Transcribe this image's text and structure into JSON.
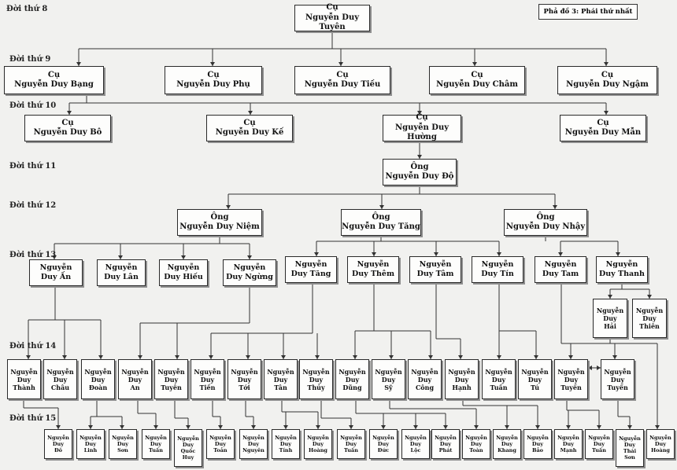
{
  "legend": "Phả đồ 3: Phái thứ nhất",
  "generations": [
    "Đời thứ 8",
    "Đời thứ 9",
    "Đời thứ 10",
    "Đời thứ 11",
    "Đời thứ 12",
    "Đời thứ 13",
    "Đời thứ 14",
    "Đời thứ 15"
  ],
  "nodes": {
    "tuyen8": "Cụ\nNguyễn Duy Tuyên",
    "bang": "Cụ\nNguyễn Duy Bạng",
    "phu": "Cụ\nNguyễn Duy Phụ",
    "tieu": "Cụ\nNguyễn Duy Tiều",
    "cham": "Cụ\nNguyễn Duy Châm",
    "ngam": "Cụ\nNguyễn Duy Ngậm",
    "bo": "Cụ\nNguyễn Duy Bô",
    "ke": "Cụ\nNguyễn Duy Kế",
    "huong": "Cụ\nNguyễn Duy Hường",
    "man": "Cụ\nNguyễn Duy Mẫn",
    "do": "Ông\nNguyễn Duy Độ",
    "niem": "Ông\nNguyễn Duy Niệm",
    "tang12": "Ông\nNguyễn Duy Tăng",
    "nhay": "Ông\nNguyễn Duy Nhậy",
    "an13": "Nguyễn\nDuy Ấn",
    "lan": "Nguyễn\nDuy Lân",
    "hieu": "Nguyễn\nDuy Hiếu",
    "ngung": "Nguyễn\nDuy Ngừng",
    "tang13": "Nguyễn\nDuy Tăng",
    "them": "Nguyễn\nDuy Thêm",
    "tam": "Nguyễn\nDuy Tâm",
    "tin": "Nguyễn\nDuy Tín",
    "tam2": "Nguyễn\nDuy Tam",
    "thanh13": "Nguyễn\nDuy Thanh",
    "hai": "Nguyễn\nDuy\nHải",
    "thien": "Nguyễn\nDuy\nThiên",
    "thanh14": "Nguyễn\nDuy\nThành",
    "chau": "Nguyễn\nDuy\nChâu",
    "doan": "Nguyễn\nDuy\nĐoàn",
    "an14": "Nguyễn\nDuy\nAn",
    "tuyen14a": "Nguyễn\nDuy\nTuyên",
    "tien": "Nguyễn\nDuy\nTiến",
    "toi": "Nguyễn\nDuy\nTới",
    "tan": "Nguyễn\nDuy\nTân",
    "thuy": "Nguyễn\nDuy\nThủy",
    "dung": "Nguyễn\nDuy\nDũng",
    "sy": "Nguyễn\nDuy\nSỹ",
    "cong": "Nguyễn\nDuy\nCông",
    "hanh": "Nguyễn\nDuy\nHạnh",
    "tuan14": "Nguyễn\nDuy\nTuấn",
    "tu": "Nguyễn\nDuy\nTú",
    "tuyen14b": "Nguyễn\nDuy\nTuyền",
    "tuyen14c": "Nguyễn\nDuy\nTuyến",
    "g15_do": "Nguyễn\nDuy\nĐô",
    "g15_linh": "Nguyễn\nDuy\nLinh",
    "g15_son": "Nguyễn\nDuy\nSơn",
    "g15_tuan1": "Nguyễn\nDuy\nTuấn",
    "g15_quochuy": "Nguyễn\nDuy\nQuốc\nHuy",
    "g15_toan1": "Nguyễn\nDuy\nToản",
    "g15_nguyen": "Nguyễn\nDuy\nNguyên",
    "g15_tinh": "Nguyễn\nDuy\nTính",
    "g15_hoang1": "Nguyễn\nDuy\nHoàng",
    "g15_tuan2": "Nguyễn\nDuy\nTuấn",
    "g15_duc": "Nguyễn\nDuy\nĐức",
    "g15_loc": "Nguyễn\nDuy\nLộc",
    "g15_phat": "Nguyễn\nDuy\nPhát",
    "g15_toan2": "Nguyễn\nDuy\nToàn",
    "g15_khang": "Nguyễn\nDuy\nKhang",
    "g15_bao": "Nguyễn\nDuy\nBảo",
    "g15_manh": "Nguyễn\nDuy\nMạnh",
    "g15_tuan3": "Nguyễn\nDuy\nTuấn",
    "g15_thaison": "Nguyễn\nDuy\nThái\nSơn",
    "g15_hoang2": "Nguyễn\nDuy\nHoàng"
  }
}
